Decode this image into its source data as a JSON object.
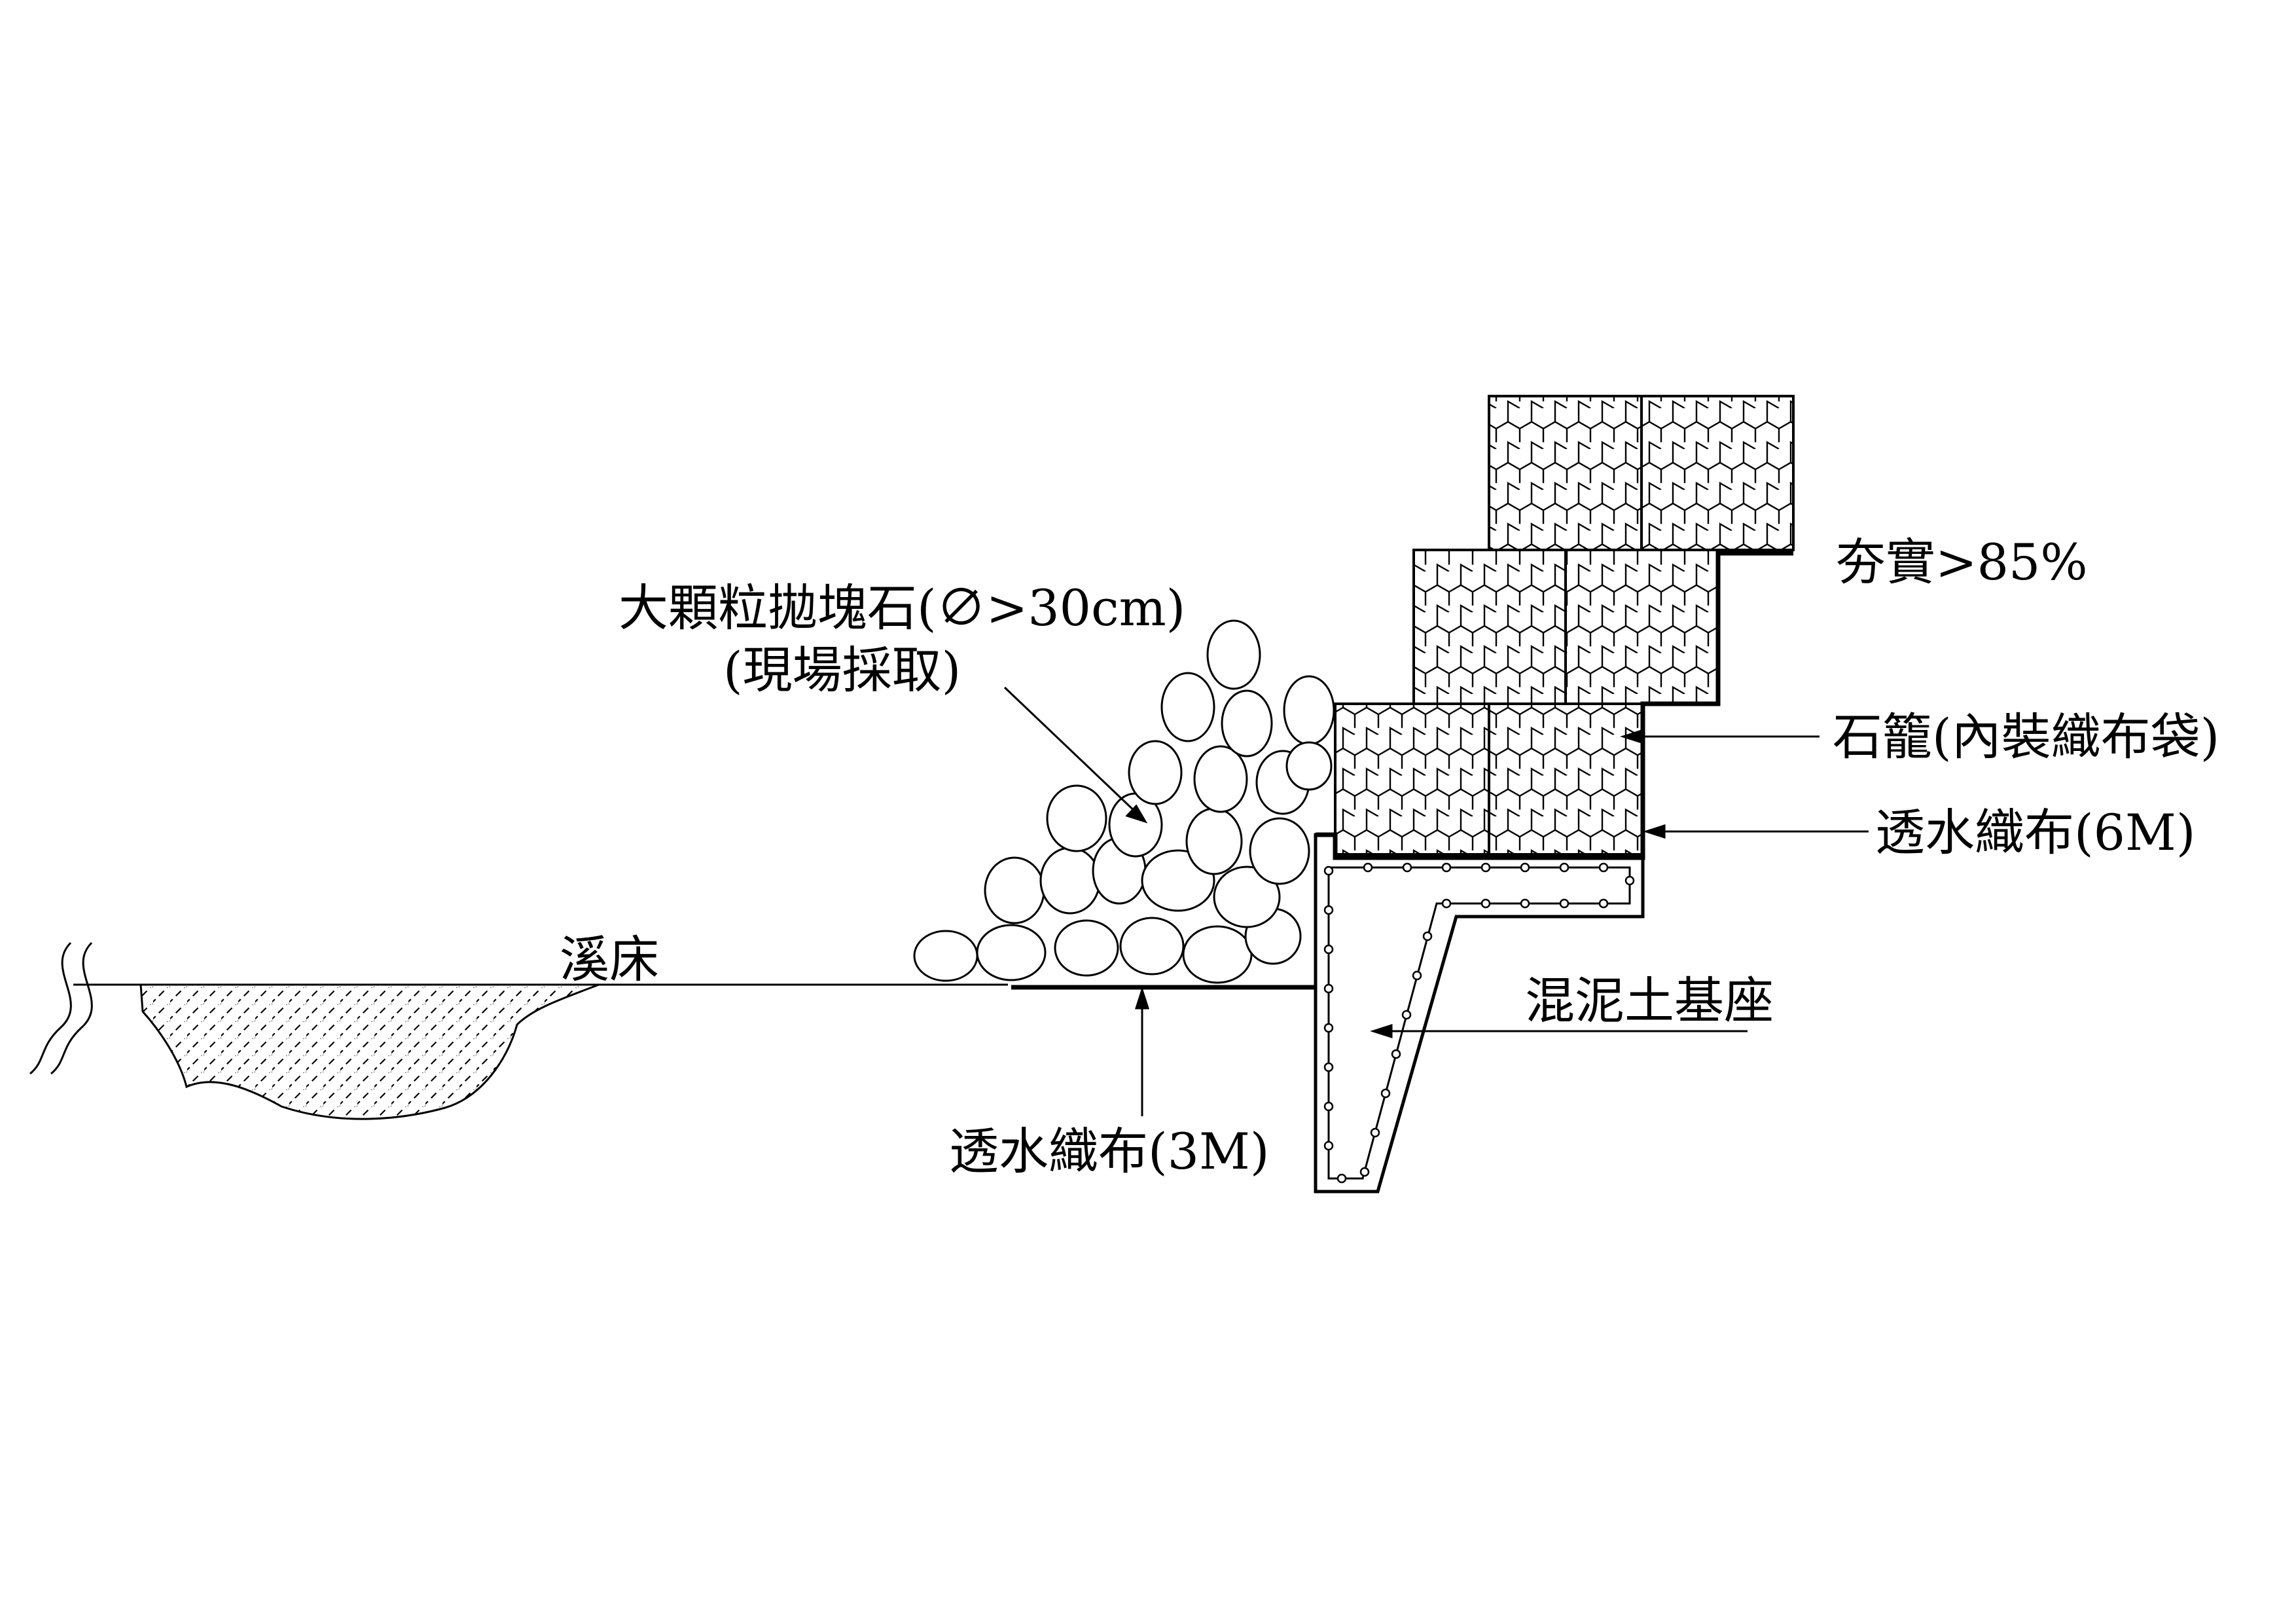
{
  "labels": {
    "creek_bed": "溪床",
    "riprap_line1": "大顆粒拋塊石(∅>30cm)",
    "riprap_line2": "(現場採取)",
    "compaction": "夯實>85%",
    "gabion": "石籠(內裝織布袋)",
    "geotextile_6m": "透水織布(6M)",
    "concrete_base": "混泥土基座",
    "geotextile_3m": "透水織布(3M)"
  },
  "colors": {
    "line": "#000000",
    "background": "#ffffff"
  }
}
